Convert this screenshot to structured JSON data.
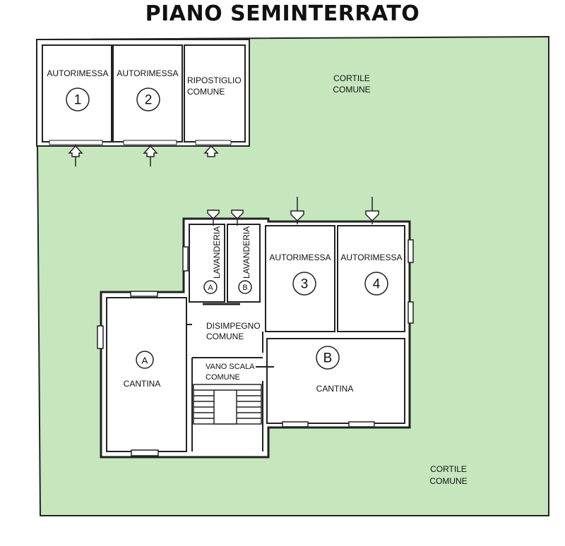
{
  "title": "PIANO SEMINTERRATO",
  "colors": {
    "courtyard": "#c6e6bd",
    "room": "#ffffff",
    "wall": "#222222"
  },
  "labels": {
    "cortile_top_1": "CORTILE",
    "cortile_top_2": "COMUNE",
    "cortile_bottom_1": "CORTILE",
    "cortile_bottom_2": "COMUNE",
    "autorimessa_1": "AUTORIMESSA",
    "autorimessa_2": "AUTORIMESSA",
    "autorimessa_3": "AUTORIMESSA",
    "autorimessa_4": "AUTORIMESSA",
    "ripostiglio_1": "RIPOSTIGLIO",
    "ripostiglio_2": "COMUNE",
    "lavanderia_a": "LAVANDERIA",
    "lavanderia_b": "LAVANDERIA",
    "disimpegno_1": "DISIMPEGNO",
    "disimpegno_2": "COMUNE",
    "vano_scala_1": "VANO SCALA",
    "vano_scala_2": "COMUNE",
    "cantina_a": "CANTINA",
    "cantina_b": "CANTINA"
  },
  "markers": {
    "garage_1": "1",
    "garage_2": "2",
    "garage_3": "3",
    "garage_4": "4",
    "cantina_a": "A",
    "cantina_b": "B",
    "lavanderia_a": "A",
    "lavanderia_b": "B"
  }
}
